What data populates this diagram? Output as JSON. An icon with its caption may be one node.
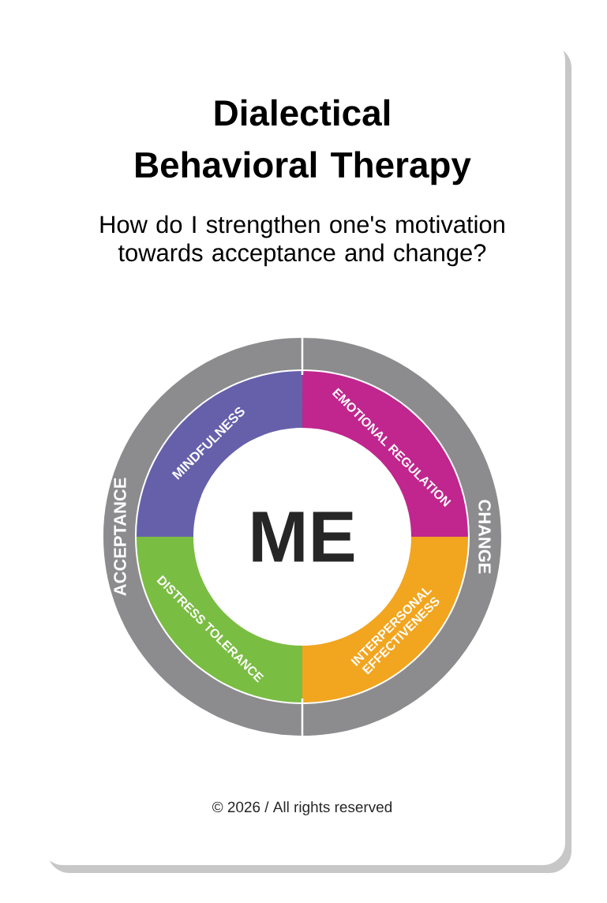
{
  "diagram": {
    "title": "Dialectical Behavioral Therapy",
    "caption": "How do I strengthen one's motivation towards acceptance and change?",
    "nodes": [
      {
        "text": [
          "ACCEPTANCE"
        ]
      },
      {
        "text": [
          "CHANGE"
        ]
      },
      {
        "text": [
          "MINDFULNESS"
        ]
      },
      {
        "text": [
          "EMOTIONAL REGULATION"
        ]
      },
      {
        "text": [
          "DISTRESS TOLERANCE"
        ]
      },
      {
        "text": [
          "INTERPERSONAL EFFECTIVENESS"
        ]
      },
      {
        "text": [
          "ME"
        ]
      }
    ],
    "labels": [
      "© 2026 / All rights reserved"
    ]
  }
}
